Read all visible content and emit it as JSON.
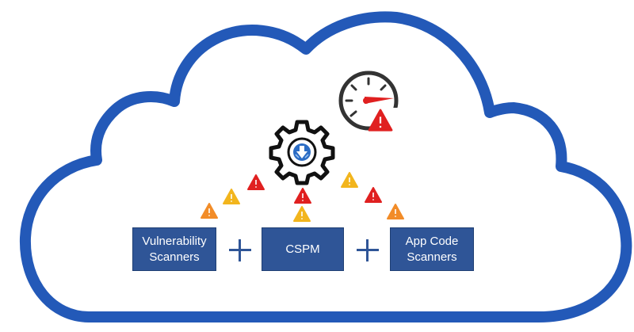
{
  "diagram": {
    "boxes": [
      {
        "line1": "Vulnerability",
        "line2": "Scanners"
      },
      {
        "line1": "CSPM",
        "line2": ""
      },
      {
        "line1": "App Code",
        "line2": "Scanners"
      }
    ],
    "colors": {
      "cloud_outline": "#2359b8",
      "box_fill": "#2f5597",
      "plus": "#2f5597",
      "warning_red": "#e02020",
      "warning_yellow": "#f2b51d",
      "warning_orange": "#f28c28",
      "gear_outline": "#111111",
      "gauge_outline": "#333333",
      "gauge_needle": "#e02020"
    },
    "icons": {
      "cloud": "cloud-shape",
      "gear": "gear-icon",
      "gauge": "gauge-icon",
      "warnings": "warning-triangle-icon",
      "plus": "plus-icon"
    }
  }
}
